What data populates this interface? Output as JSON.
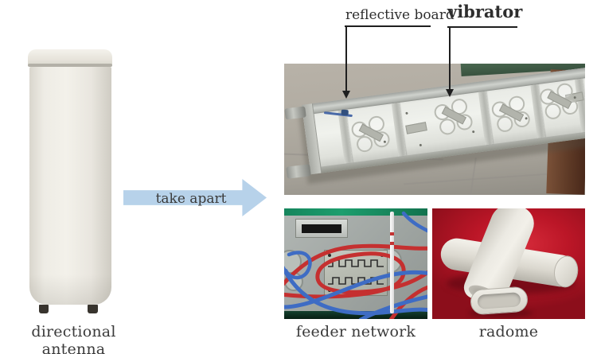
{
  "figure": {
    "source_antenna": {
      "caption": "directional antenna"
    },
    "action_arrow": {
      "label": "take apart",
      "fill": "#b7d2ea"
    },
    "disassembly": {
      "callouts": [
        {
          "label": "reflective board"
        },
        {
          "label": "vibrator"
        }
      ]
    },
    "components": [
      {
        "caption": "feeder network"
      },
      {
        "caption": "radome"
      }
    ]
  },
  "colors": {
    "caption_text": "#3b3b3b",
    "callout_line": "#1f1f1f",
    "arrow_fill": "#b7d2ea",
    "antenna_cream": "#edeae3",
    "concrete_gray": "#aca79d",
    "feeder_green_strip": "#18905f",
    "cable_red": "#c53030",
    "cable_blue": "#3e6cc4",
    "radome_red": "#b5121f"
  }
}
